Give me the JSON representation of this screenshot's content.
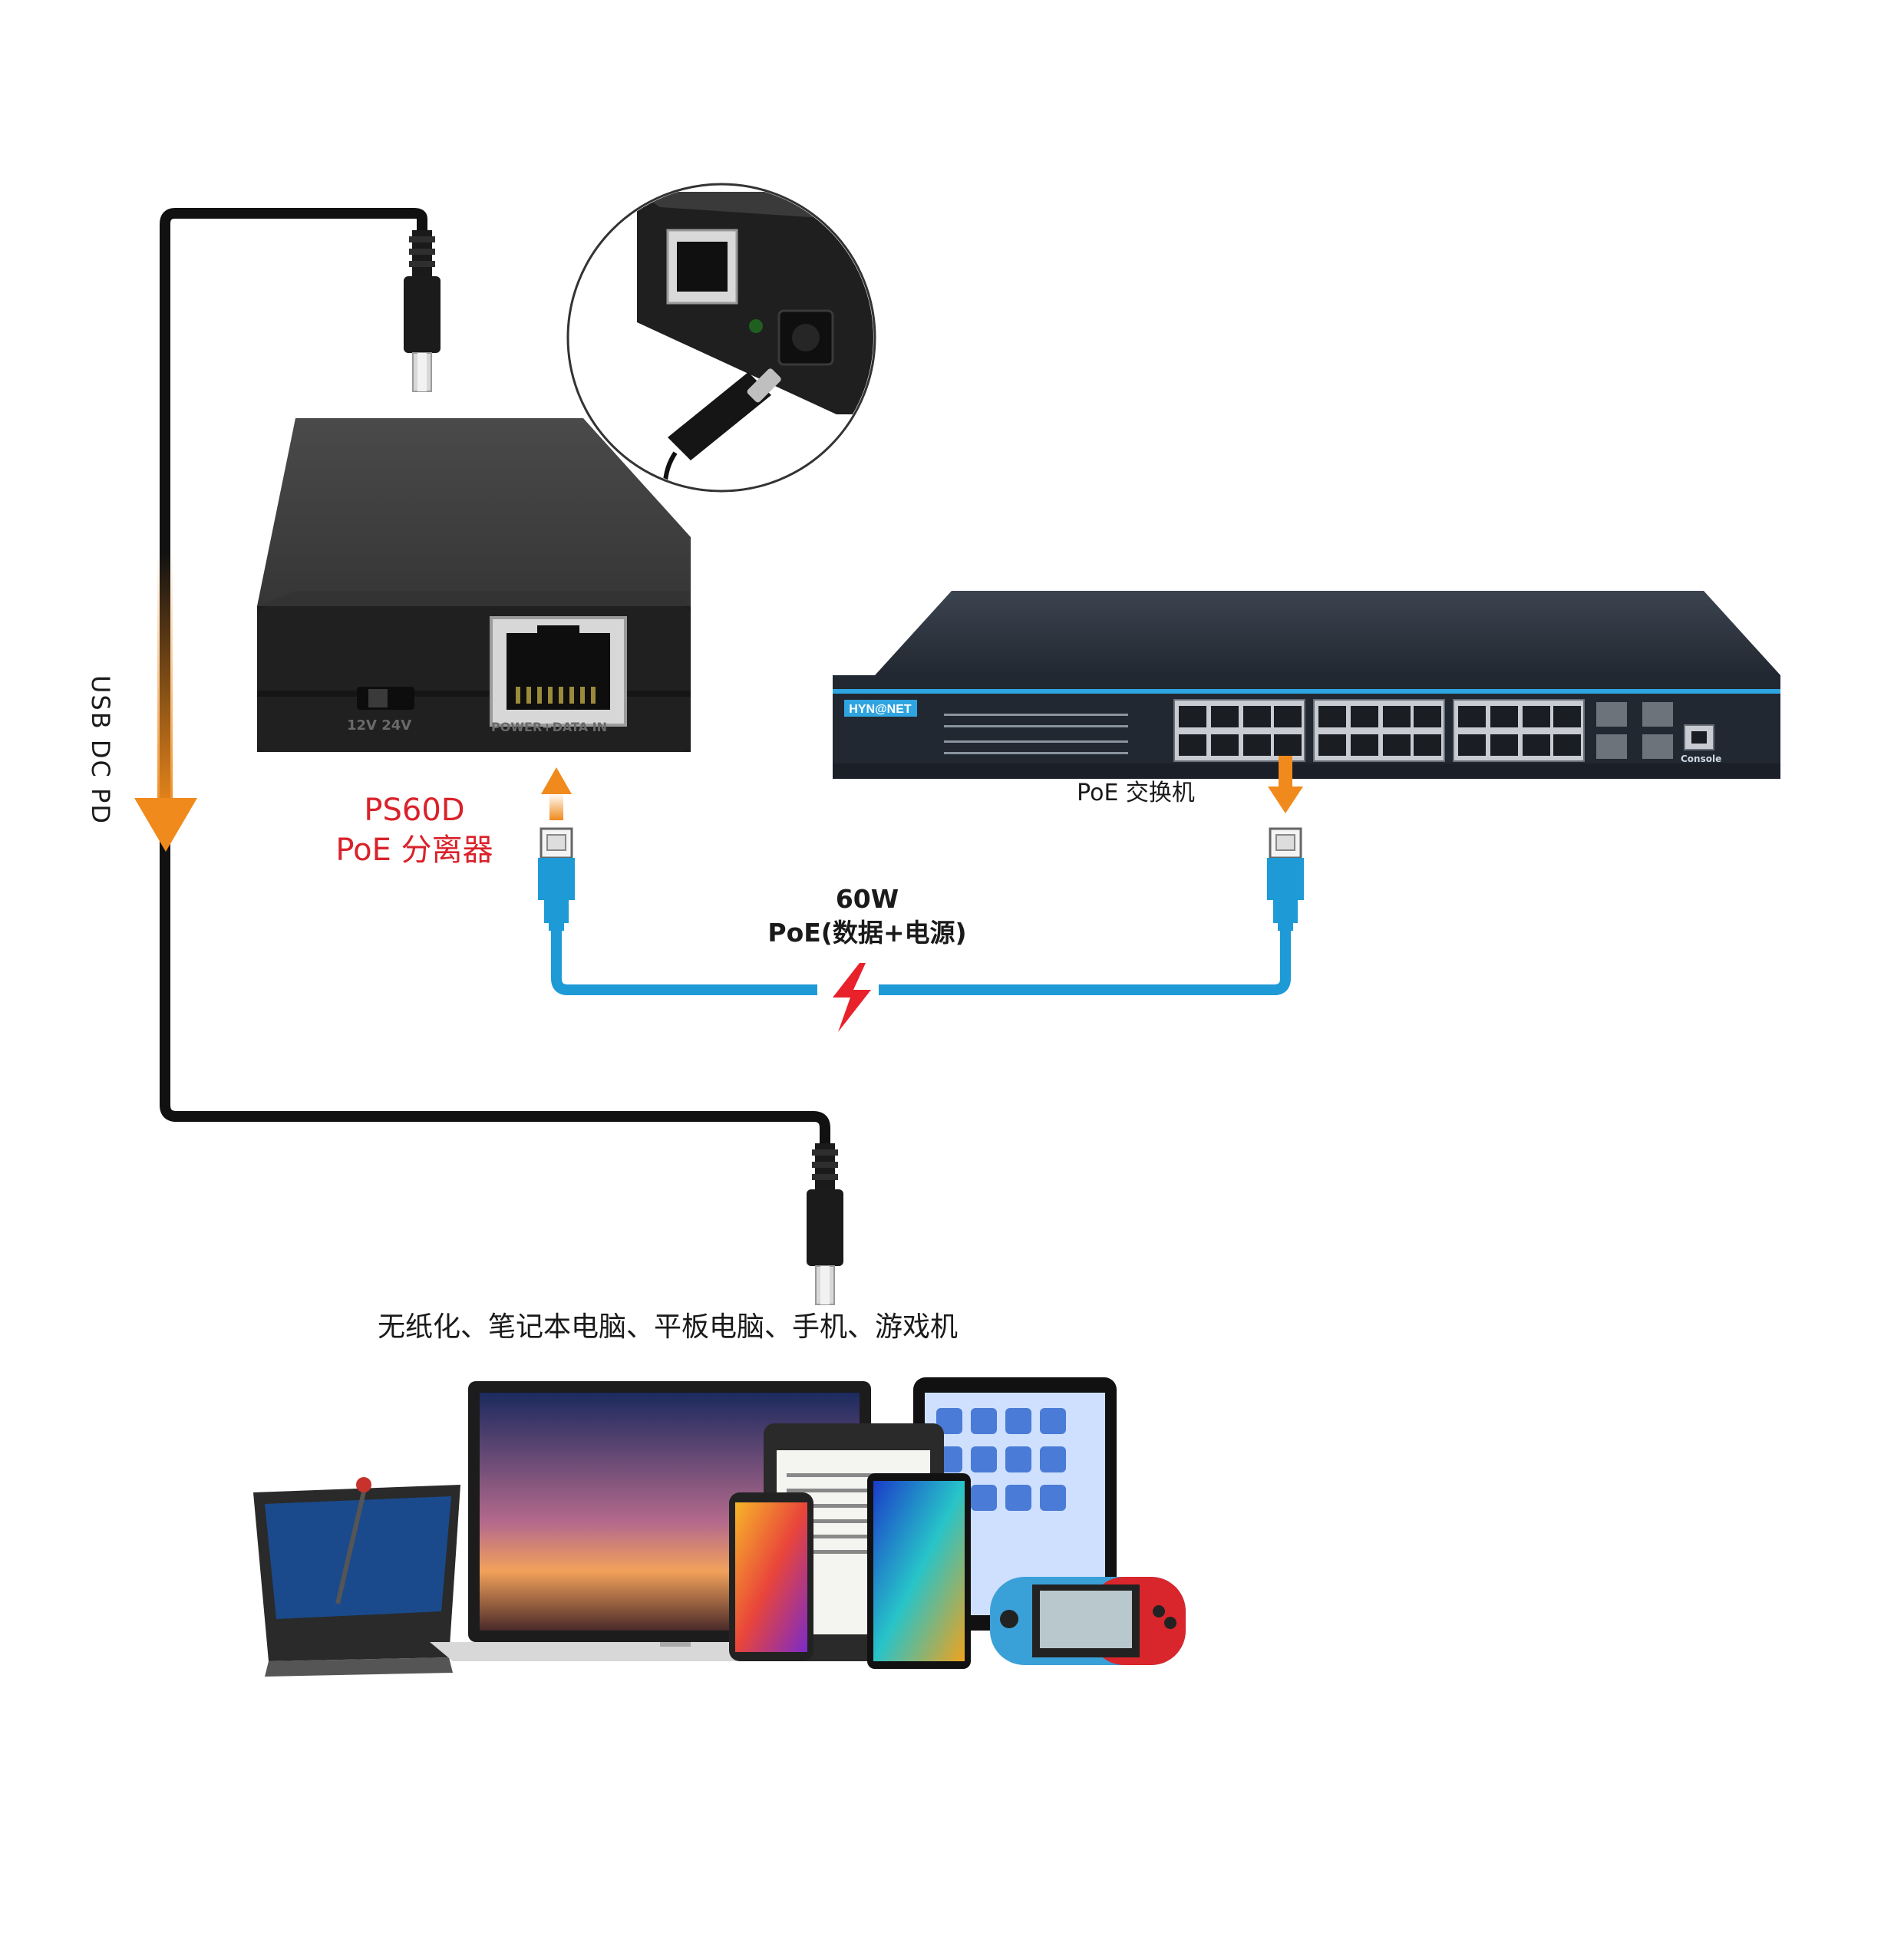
{
  "splitter": {
    "model": "PS60D",
    "name": "PoE 分离器",
    "switch_label": "12V  24V",
    "port_label": "POWER+DATA IN"
  },
  "switch": {
    "name": "PoE 交换机",
    "brand": "HYN@NET",
    "console_label": "Console"
  },
  "link": {
    "power": "60W",
    "description": "PoE(数据+电源)"
  },
  "usb_cable": {
    "label": "USB DC PD"
  },
  "devices": {
    "caption": "无纸化、笔记本电脑、平板电脑、手机、游戏机"
  },
  "colors": {
    "accent_red": "#d9222a",
    "arrow_orange": "#f08a1c",
    "cable_blue": "#1e9ad6",
    "device_black": "#2b2b2b"
  },
  "icons": [
    "dc-plug-icon",
    "rj45-plug-icon",
    "lightning-icon",
    "arrow-down-icon",
    "arrow-up-icon"
  ]
}
